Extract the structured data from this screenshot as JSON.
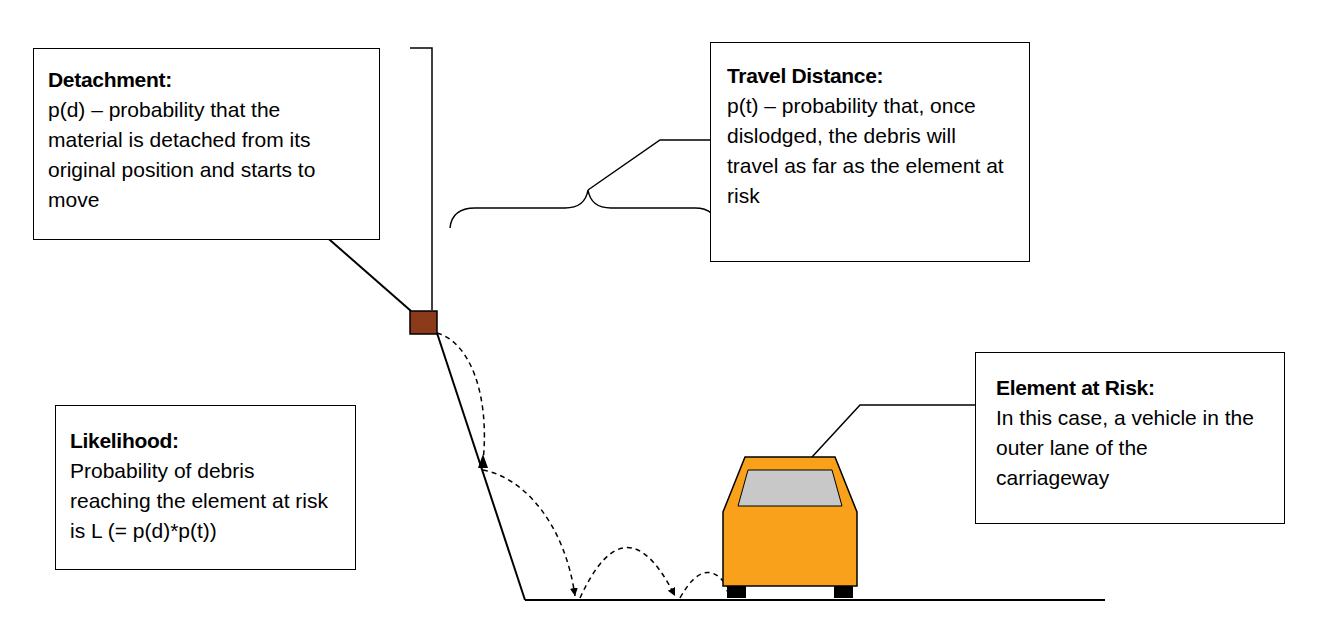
{
  "diagram": {
    "nodes": [
      {
        "text": [
          "Detachment:",
          "p(d) – probability that the material is detached from its original position and starts to move"
        ]
      },
      {
        "text": [
          "Travel Distance:",
          "p(t) – probability that, once dislodged, the debris will travel as far as the element at risk"
        ]
      },
      {
        "text": [
          "Element at Risk:",
          "In this case, a vehicle in the outer lane of the carriageway"
        ]
      },
      {
        "text": [
          "Likelihood:",
          "Probability of debris reaching the element at risk is L (= p(d)*p(t))"
        ]
      }
    ]
  }
}
